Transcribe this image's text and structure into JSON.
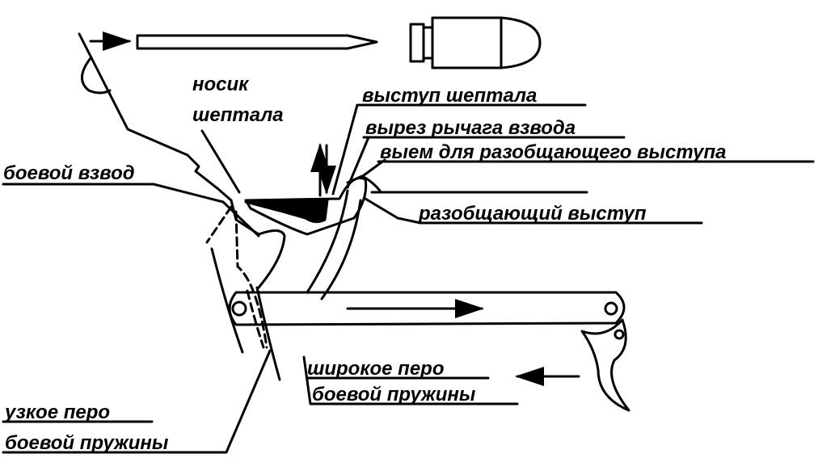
{
  "labels": {
    "nosik_line1": "носик",
    "nosik_line2": "шептала",
    "vystup_sheptala": "выступ шептала",
    "vyrez_rychaga": "вырез рычага взвода",
    "viem": "выем для разобщающего выступа",
    "boevoy_vzvod": "боевой взвод",
    "razobshchayushchiy": "разобщающий выступ",
    "shirokoe_line1": "широкое перо",
    "shirokoe_line2": "боевой пружины",
    "uzkoe_line1": "узкое  перо",
    "uzkoe_line2": "боевой  пружины"
  },
  "colors": {
    "ink": "#000000",
    "background": "#ffffff"
  }
}
